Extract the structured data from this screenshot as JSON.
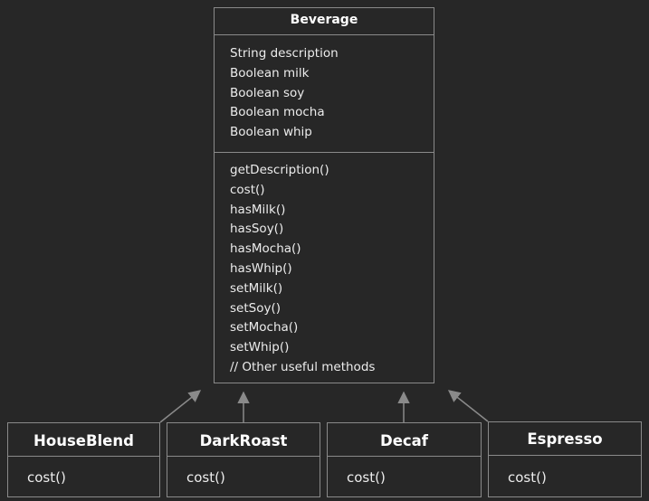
{
  "diagram": {
    "beverage": {
      "name": "Beverage",
      "attributes": [
        "String description",
        "Boolean milk",
        "Boolean soy",
        "Boolean mocha",
        "Boolean whip"
      ],
      "methods": [
        "getDescription()",
        "cost()",
        "hasMilk()",
        "hasSoy()",
        "hasMocha()",
        "hasWhip()",
        "setMilk()",
        "setSoy()",
        "setMocha()",
        "setWhip()",
        "// Other useful methods"
      ]
    },
    "subclasses": [
      {
        "name": "HouseBlend",
        "method": "cost()"
      },
      {
        "name": "DarkRoast",
        "method": "cost()"
      },
      {
        "name": "Decaf",
        "method": "cost()"
      },
      {
        "name": "Espresso",
        "method": "cost()"
      }
    ]
  },
  "colors": {
    "background": "#272727",
    "border": "#8a8a8a",
    "text": "#ececec"
  }
}
